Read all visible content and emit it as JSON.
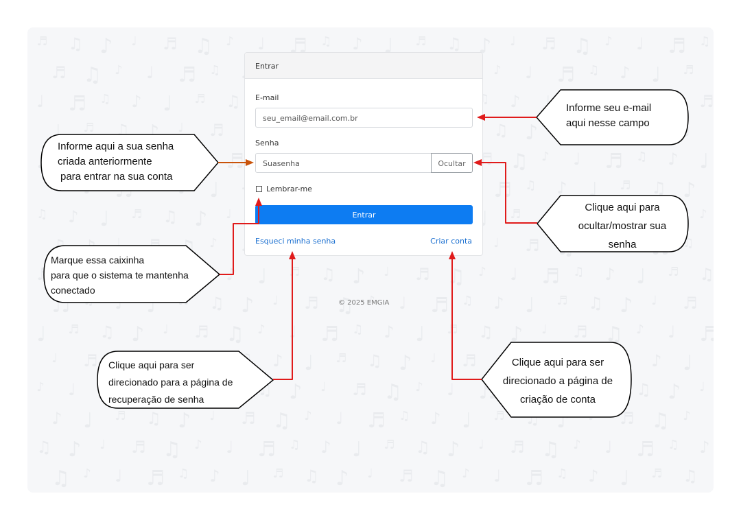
{
  "login_card": {
    "header": "Entrar",
    "email_label": "E-mail",
    "email_value": "seu_email@email.com.br",
    "password_label": "Senha",
    "password_value": "Suasenha",
    "toggle_button": "Ocultar",
    "remember_label": "Lembrar-me",
    "submit_button": "Entrar",
    "forgot_link": "Esqueci minha senha",
    "create_link": "Criar conta"
  },
  "footer": {
    "copyright": "© 2025 EMGIA"
  },
  "callouts": {
    "email": [
      "Informe seu e-mail",
      "aqui nesse campo"
    ],
    "password": [
      "Informe aqui a sua senha",
      "criada anteriormente",
      "para entrar na sua conta"
    ],
    "toggle": [
      "Clique aqui para",
      "ocultar/mostrar sua",
      "senha"
    ],
    "remember": [
      "Marque essa caixinha",
      "para que o sistema te mantenha",
      "conectado"
    ],
    "forgot": [
      "Clique aqui para ser",
      "direcionado para a página de",
      "recuperação de senha"
    ],
    "create": [
      "Clique aqui para ser",
      "direcionado a página de",
      "criação de conta"
    ]
  },
  "colors": {
    "primary": "#0d7cf2",
    "arrow_red": "#e01b1b",
    "arrow_orange": "#c9530a"
  }
}
